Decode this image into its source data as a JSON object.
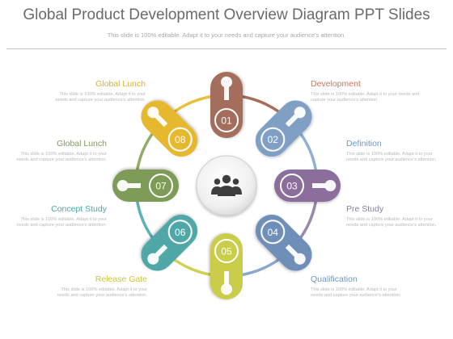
{
  "header": {
    "title": "Global Product Development Overview Diagram PPT Slides",
    "subtitle": "This slide is 100% editable. Adapt it to your needs and capture your audience's attention."
  },
  "center": {
    "icon": "people-group-icon"
  },
  "segments": [
    {
      "number": "01",
      "color": "#a56d5c",
      "line_color": "#a56d5c"
    },
    {
      "number": "02",
      "color": "#7fa0c4",
      "line_color": "#8fb0d4"
    },
    {
      "number": "03",
      "color": "#8c6e9c",
      "line_color": "#9b86b0"
    },
    {
      "number": "04",
      "color": "#6f8fb8",
      "line_color": "#8aa8cc"
    },
    {
      "number": "05",
      "color": "#c9cd4a",
      "line_color": "#cfd24e"
    },
    {
      "number": "06",
      "color": "#4fa7a8",
      "line_color": "#5bb1b3"
    },
    {
      "number": "07",
      "color": "#7e9c58",
      "line_color": "#90ad68"
    },
    {
      "number": "08",
      "color": "#e5b82d",
      "line_color": "#e8c03a"
    }
  ],
  "labels": {
    "development": {
      "title": "Development",
      "desc": "This slide is 100% editable. Adapt it to your needs and capture your audience's attention.",
      "color": "#c8785a"
    },
    "definition": {
      "title": "Definition",
      "desc": "This slide is 100% editable. Adapt it to your needs and capture your audience's attention.",
      "color": "#6d95c3"
    },
    "pre_study": {
      "title": "Pre Study",
      "desc": "This slide is 100% editable. Adapt it to your needs and capture your audience's attention.",
      "color": "#8a7ba8"
    },
    "qualification": {
      "title": "Qualification",
      "desc": "This slide is 100% editable. Adapt it to your needs and capture your audience's attention.",
      "color": "#6d95c3"
    },
    "release_gate": {
      "title": "Release Gate",
      "desc": "This slide is 100% editable. Adapt it to your needs and capture your audience's attention.",
      "color": "#c9c440"
    },
    "concept_study": {
      "title": "Concept Study",
      "desc": "This slide is 100% editable. Adapt it to your needs and capture your audience's attention.",
      "color": "#4fa7a8"
    },
    "global_lunch_mid": {
      "title": "Global Lunch",
      "desc": "This slide is 100% editable. Adapt it to your needs and capture your audience's attention.",
      "color": "#7e9c58"
    },
    "global_lunch_top": {
      "title": "Global Lunch",
      "desc": "This slide is 100% editable. Adapt it to your needs and capture your audience's attention.",
      "color": "#e0b02a"
    }
  }
}
